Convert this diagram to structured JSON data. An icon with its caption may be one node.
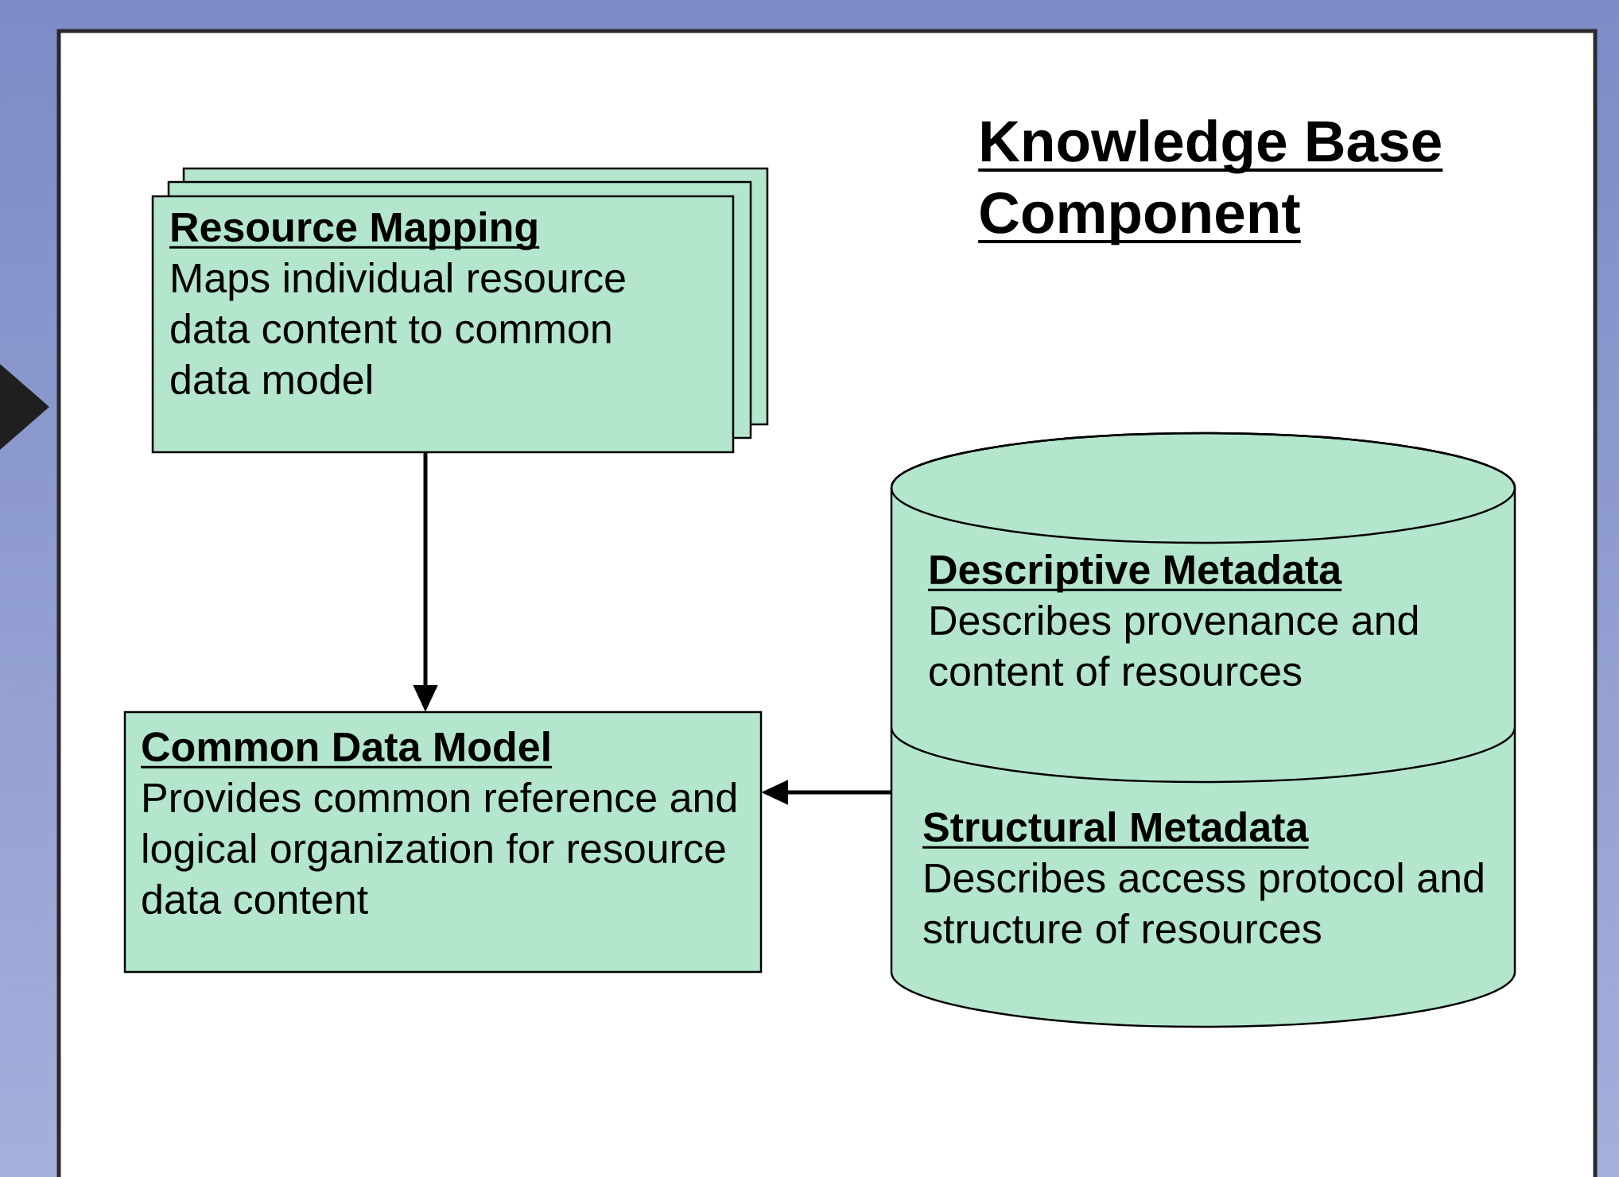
{
  "diagram": {
    "title": "Knowledge Base Component",
    "nodes": [
      {
        "text": [
          "Resource Mapping",
          "Maps individual resource data content to common data model"
        ]
      },
      {
        "text": [
          "Common Data Model",
          "Provides common reference and logical organization for resource data content"
        ]
      },
      {
        "text": [
          "Descriptive Metadata",
          "Describes provenance and content of resources"
        ]
      },
      {
        "text": [
          "Structural Metadata",
          "Describes access protocol and structure of resources"
        ]
      }
    ],
    "edges": [
      {
        "from": 0,
        "to": 1,
        "arrow": "to"
      },
      {
        "from": 3,
        "to": 1,
        "arrow": "to"
      }
    ]
  }
}
